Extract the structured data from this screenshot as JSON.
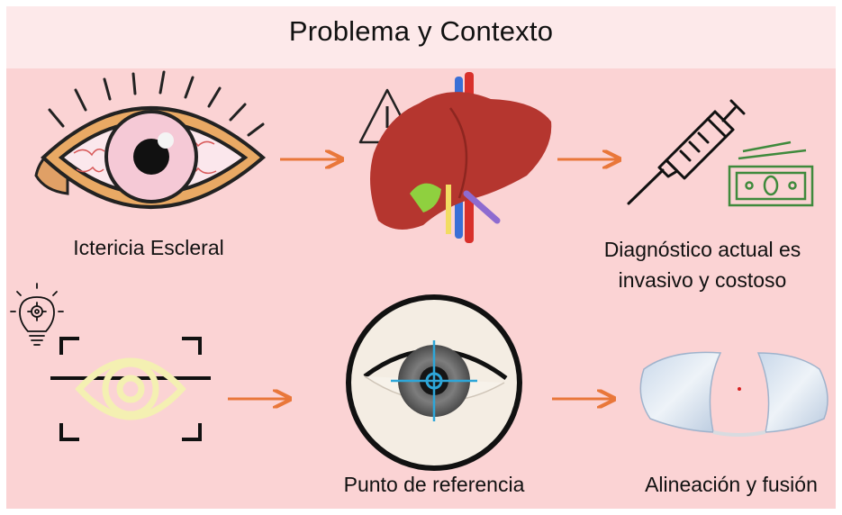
{
  "title": "Problema y Contexto",
  "steps": [
    {
      "caption": "Ictericia Escleral",
      "icon": "jaundiced-eye-icon"
    },
    {
      "caption": "",
      "icon": "liver-warning-icon"
    },
    {
      "caption_lines": [
        "Diagnóstico actual es",
        "invasivo y costoso"
      ],
      "icon": "syringe-money-icon"
    },
    {
      "caption": "",
      "icon": "eye-scan-icon"
    },
    {
      "caption": "Punto de referencia",
      "icon": "eye-crosshair-icon"
    },
    {
      "caption": "Alineación y fusión",
      "icon": "sclera-mask-icon"
    }
  ],
  "colors": {
    "background": "#fbd3d4",
    "header": "#fde9ea",
    "arrow": "#e9773a",
    "scan_icon": "#f4f0b2",
    "money": "#3f8a3c",
    "liver": "#b5362f"
  }
}
